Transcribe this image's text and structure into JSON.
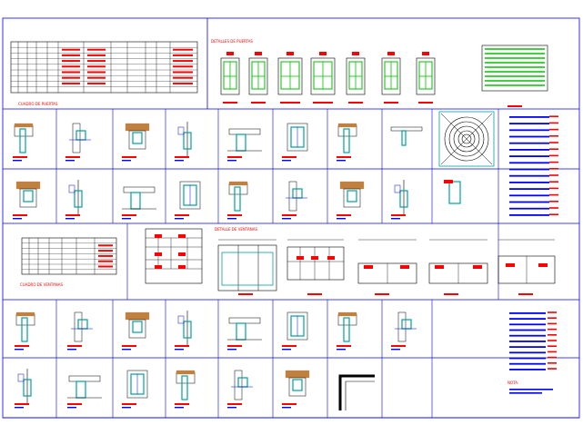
{
  "colors": {
    "frame": "#0000ff",
    "detail_line": "#000000",
    "label": "#ff0000",
    "glass": "#00c000",
    "section": "#00a0a0",
    "hatch": "#c08040"
  },
  "door_schedule": {
    "title": "CUADRO DE PUERTAS"
  },
  "window_schedule": {
    "title": "CUADRO DE VENTANAS"
  },
  "door_elevations": {
    "title": "DETALLES DE PUERTAS"
  },
  "window_elevations": {
    "title": "DETALLE DE VENTANAS"
  },
  "notes": {
    "heading": "NOTA:"
  }
}
